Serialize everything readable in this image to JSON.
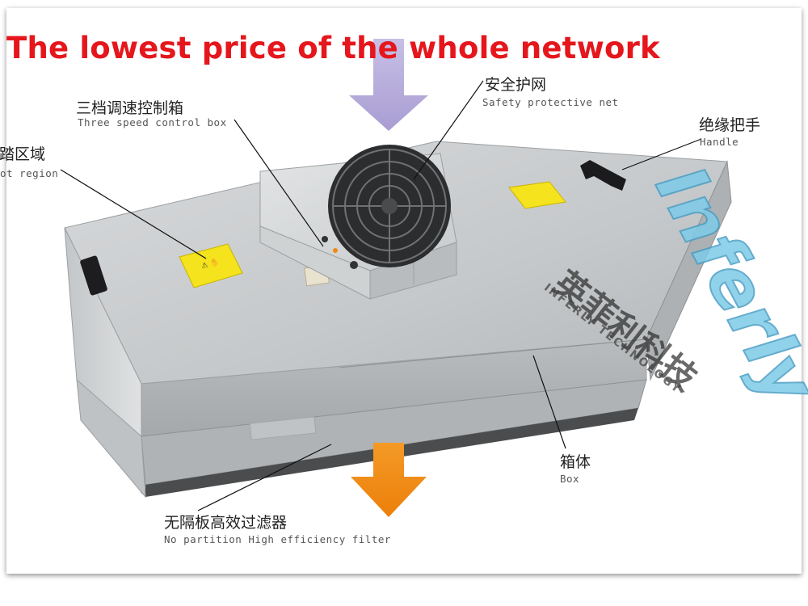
{
  "headline": "The lowest price of the whole network",
  "callouts": {
    "control_box": {
      "cn": "三档调速控制箱",
      "en": "Three speed control box"
    },
    "foot_region": {
      "cn": "脚踏区域",
      "en": "Foot region"
    },
    "net": {
      "cn": "安全护网",
      "en": "Safety protective net"
    },
    "handle": {
      "cn": "绝缘把手",
      "en": "Handle"
    },
    "box": {
      "cn": "箱体",
      "en": "Box"
    },
    "filter": {
      "cn": "无隔板高效过滤器",
      "en": "No partition High efficiency filter"
    }
  },
  "watermark": {
    "brand": "Inferly",
    "cn": "英菲利科技",
    "en": "INFERLY TECHNOLOGY"
  },
  "colors": {
    "headline": "#e5161c",
    "arrow_in": "#b3a9d9",
    "arrow_out": "#f08a12",
    "sticker": "#f4e31d",
    "housing": "#c9ccce"
  },
  "icons": [
    "arrow-down-icon",
    "fan-icon",
    "warning-sticker-icon",
    "handle-icon"
  ]
}
